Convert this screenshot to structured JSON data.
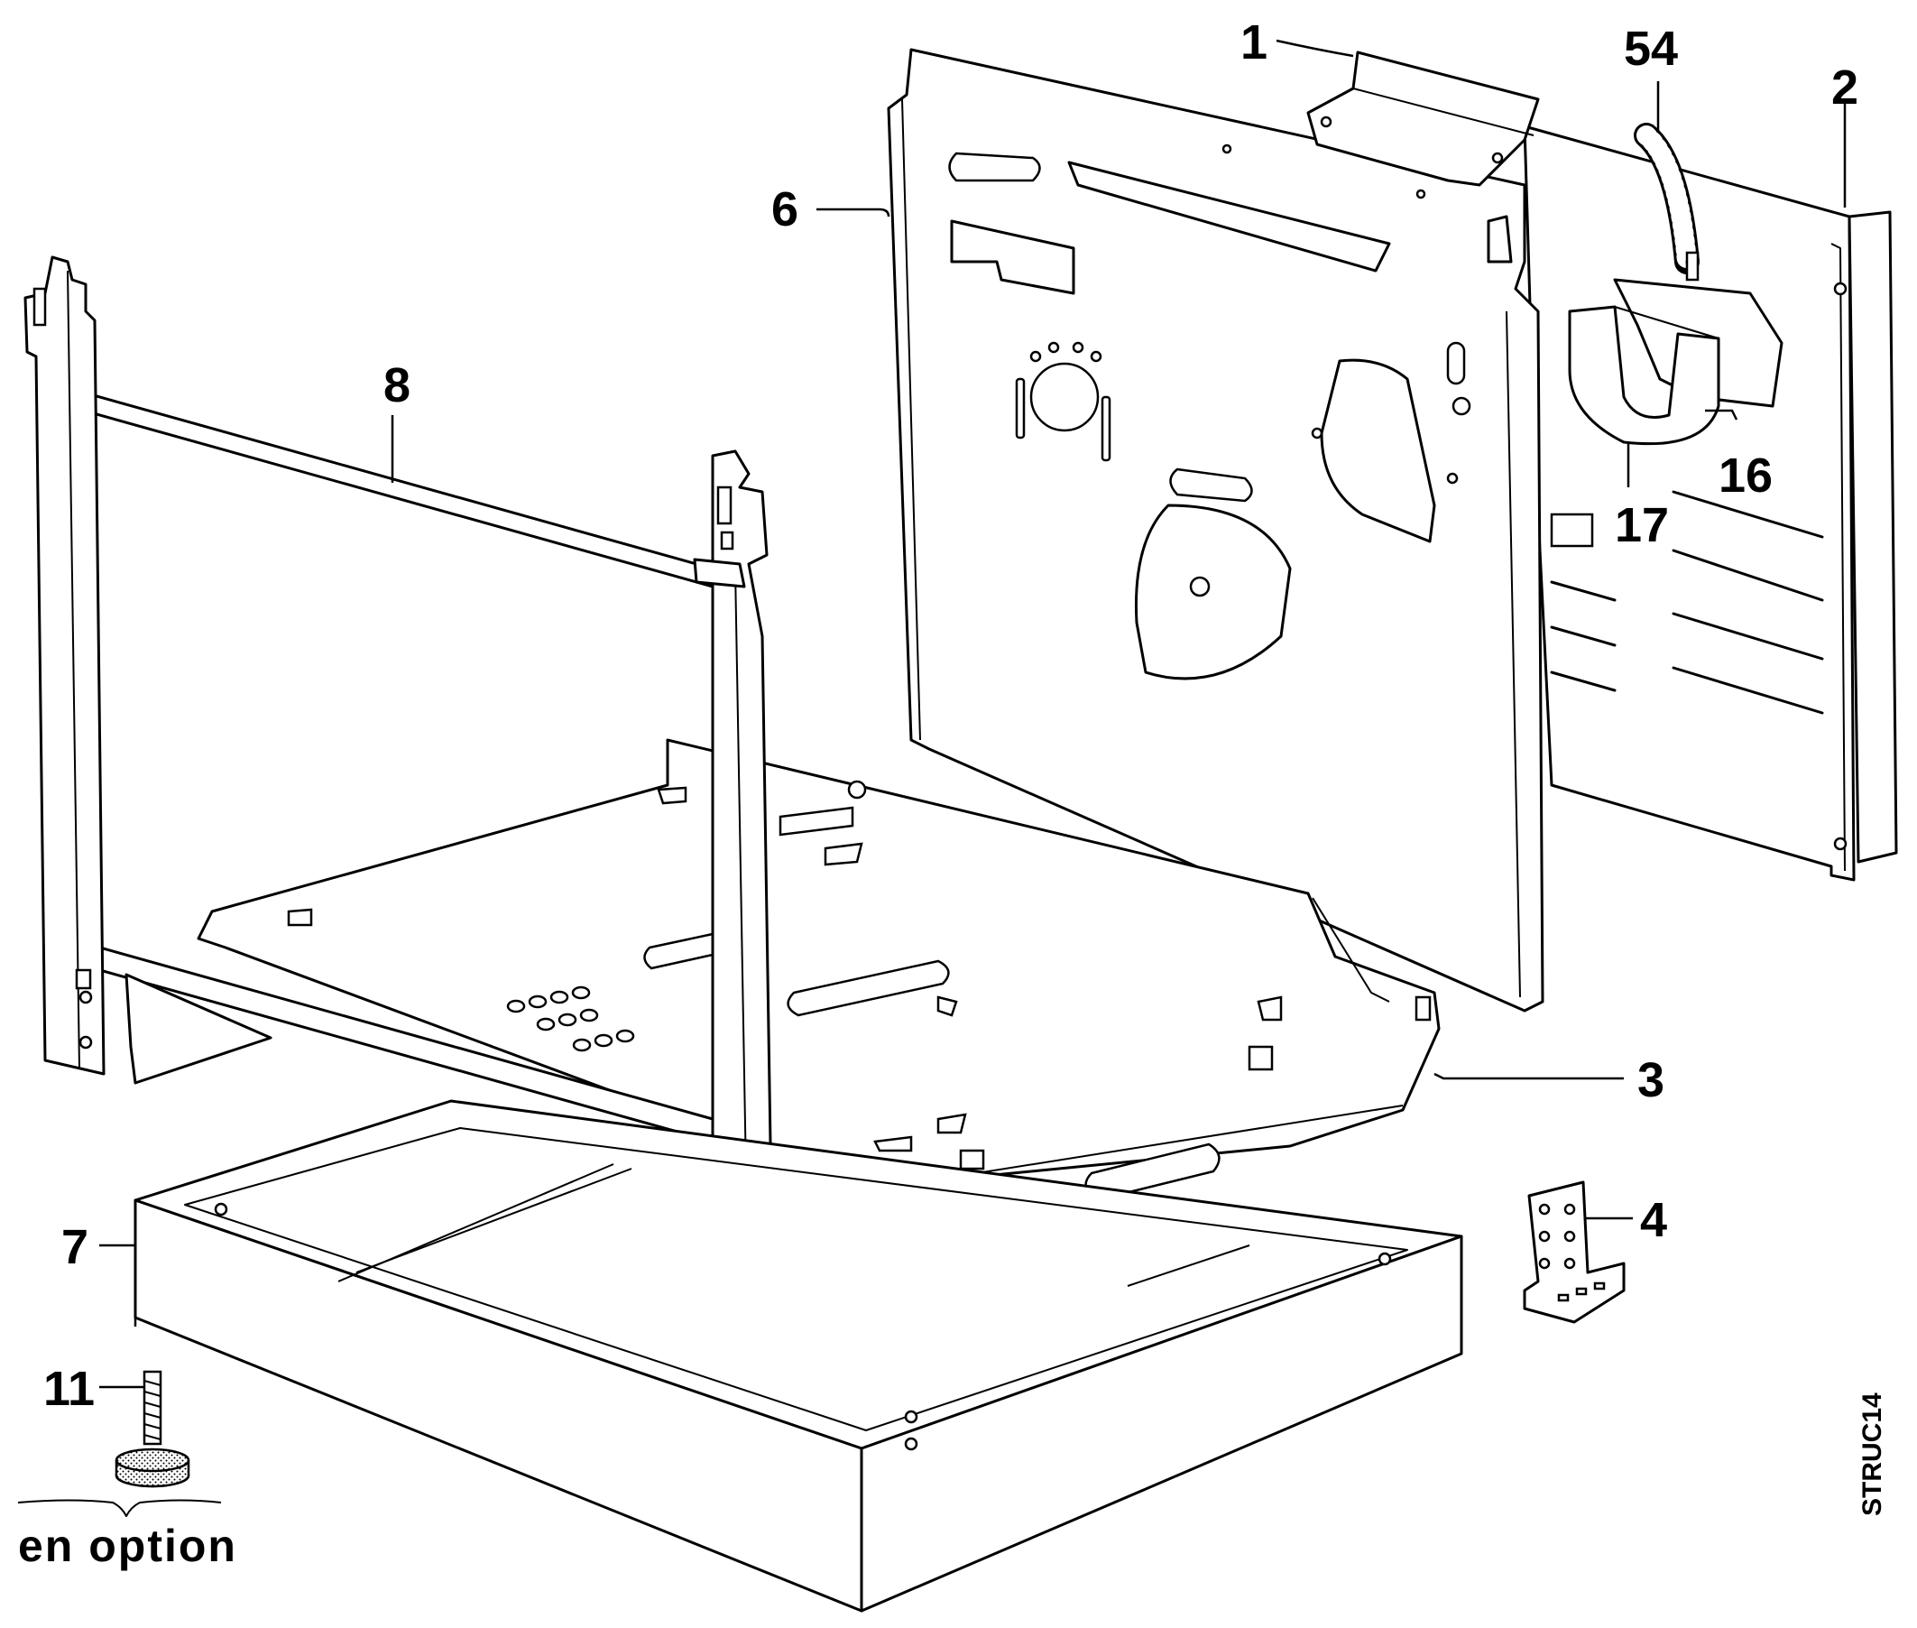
{
  "callouts": {
    "c1": "1",
    "c54": "54",
    "c2": "2",
    "c6": "6",
    "c8": "8",
    "c16": "16",
    "c17": "17",
    "c3": "3",
    "c4": "4",
    "c7": "7",
    "c11": "11"
  },
  "option_note": "en option",
  "drawing_ref": "STRUC14"
}
